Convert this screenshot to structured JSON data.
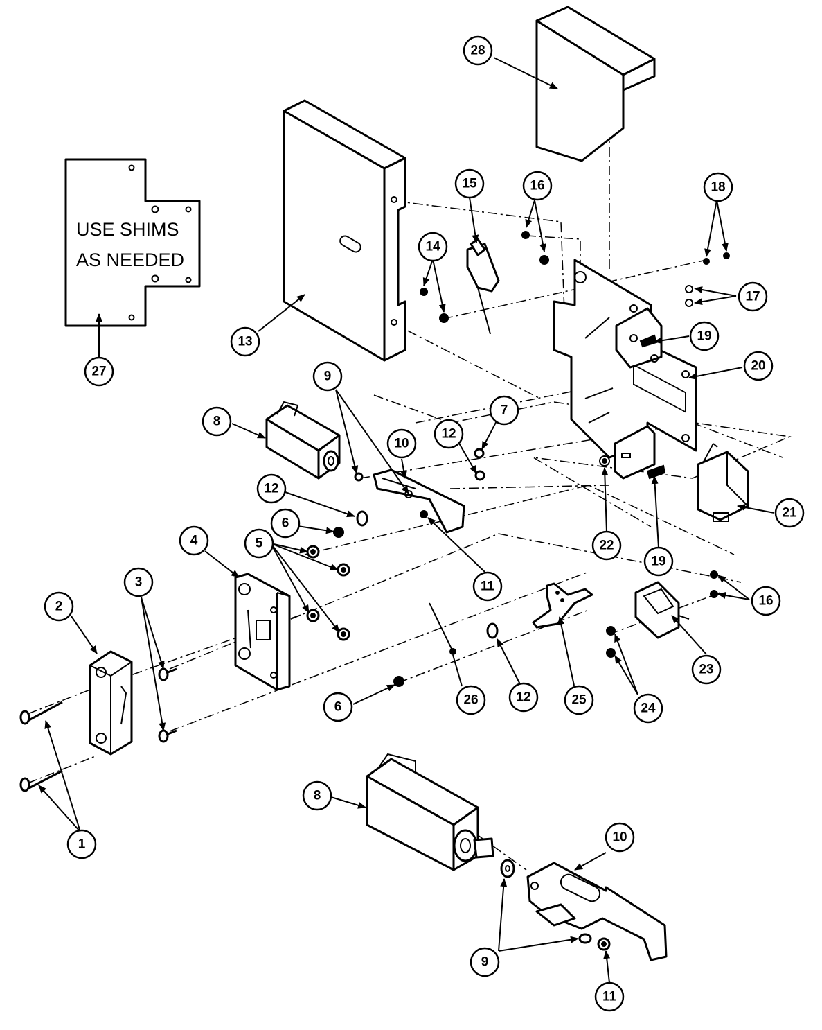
{
  "diagram": {
    "shim_note": {
      "line1": "USE SHIMS",
      "line2": "AS NEEDED"
    },
    "callouts": [
      "1",
      "2",
      "3",
      "4",
      "5",
      "6",
      "6",
      "7",
      "8",
      "8",
      "9",
      "9",
      "10",
      "10",
      "11",
      "11",
      "12",
      "12",
      "12",
      "13",
      "14",
      "15",
      "16",
      "16",
      "17",
      "18",
      "19",
      "19",
      "20",
      "21",
      "22",
      "23",
      "24",
      "25",
      "26",
      "27",
      "28"
    ]
  }
}
